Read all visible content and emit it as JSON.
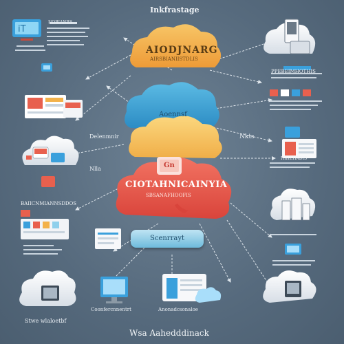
{
  "header": {
    "top_label": "Inkfrastage"
  },
  "center": {
    "orange_cloud_title": "AIODJNARG",
    "orange_cloud_subtitle": "AIRSBIANIISTDLIS",
    "blue_cloud_label": "Aoennsf",
    "red_cloud_badge": "Gn",
    "red_cloud_title": "CIOTAHNICAINYIA",
    "red_cloud_subtitle": "SBSANAFHOOFIS",
    "screen_badge": "Scenrrayt"
  },
  "left_labels": {
    "top_heading": "NOBIANBS",
    "side_label": "Delenmnir",
    "mid_label": "Nlla",
    "section_heading": "BAIICNMIANNSDDOS",
    "bottom_caption": "Stwe wlaloetbf"
  },
  "right_labels": {
    "section_heading": "PPEBEIMHOTHIS",
    "mid_label": "Nkts",
    "storage_heading": "HIHEHADIS"
  },
  "footer": {
    "bottom_title": "Wsa Aahedddinack",
    "caption_1": "Coonfercnnentrt",
    "caption_2": "Anonadcsonaloe"
  },
  "colors": {
    "background": "#566a7d",
    "cloud_orange": "#f3b24a",
    "cloud_blue": "#3fa6d6",
    "cloud_yellow": "#f6c864",
    "cloud_red": "#e85545",
    "badge_blue": "#8fd0ec",
    "line": "#dfe6ec"
  }
}
